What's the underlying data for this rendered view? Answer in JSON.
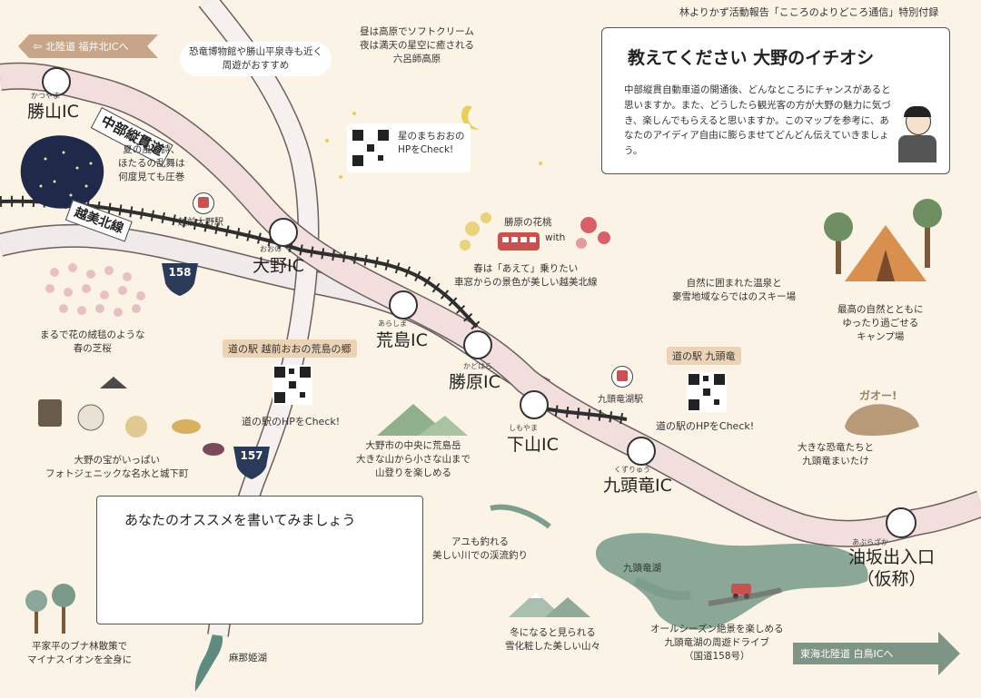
{
  "header_note": "林よりかず活動報告「こころのよりどころ通信」特別付録",
  "intro": {
    "title": "教えてください 大野のイチオシ",
    "body": "中部縦貫自動車道の開通後、どんなところにチャンスがあると思いますか。また、どうしたら観光客の方が大野の魅力に気づき、楽しんでもらえると思いますか。このマップを参考に、あなたのアイディア自由に膨らませてどんどん伝えていきましょう。"
  },
  "directions": {
    "northwest": "北陸道 福井北ICへ",
    "southeast": "東海北陸道 白鳥ICへ"
  },
  "roads": {
    "chubu": "中部縦貫道",
    "etsumi": "越美北線",
    "route158": "158",
    "route157": "157"
  },
  "interchanges": [
    {
      "id": "katsuyama",
      "name": "勝山IC",
      "ruby": "かつやま"
    },
    {
      "id": "ono",
      "name": "大野IC",
      "ruby": "おおの"
    },
    {
      "id": "arashima",
      "name": "荒島IC",
      "ruby": "あらしま"
    },
    {
      "id": "kadohara",
      "name": "勝原IC",
      "ruby": "かどはら"
    },
    {
      "id": "shimoyama",
      "name": "下山IC",
      "ruby": "しもやま"
    },
    {
      "id": "kuzuryu",
      "name": "九頭竜IC",
      "ruby": "くずりゅう"
    },
    {
      "id": "aburasaka",
      "name": "油坂出入口\n（仮称）",
      "ruby": "あぶらざか"
    }
  ],
  "stations": {
    "echizen_ono": "越前大野駅",
    "kuzuryuko": "九頭竜湖駅"
  },
  "michinoeki": {
    "arashima": "道の駅 越前おおの荒島の郷",
    "arashima_hp": "道の駅のHPをCheck!",
    "kuzuryu": "道の駅 九頭竜",
    "kuzuryu_hp": "道の駅のHPをCheck!",
    "hoshi_hp": "星のまちおおの\nHPをCheck!"
  },
  "spots": {
    "dinosaur_museum": "恐竜博物館や勝山平泉寺も近く\n周遊がおすすめ",
    "rokuroshi": "昼は高原でソフトクリーム\n夜は満天の星空に癒される\n六呂師高原",
    "fireflies": "夏の風物詩、\nほたるの乱舞は\n何度見ても圧巻",
    "kadohara_peach": "勝原の花桃",
    "with_label": "with",
    "etsumi_line": "春は「あえて」乗りたい\n車窓からの景色が美しい越美北線",
    "shibazakura": "まるで花の絨毯のような\n春の芝桜",
    "onsen_ski": "自然に囲まれた温泉と\n豪雪地域ならではのスキー場",
    "camp": "最高の自然とともに\nゆったり過ごせる\nキャンプ場",
    "castle_town": "大野の宝がいっぱい\nフォトジェニックな名水と城下町",
    "arashimadake": "大野市の中央に荒島岳\n大きな山から小さな山まで\n山登りを楽しめる",
    "dinosaurs": "大きな恐竜たちと\n九頭竜まいたけ",
    "ayu": "アユも釣れる\n美しい川での渓流釣り",
    "kuzuryu_lake": "九頭竜湖",
    "snow_mountains": "冬になると見られる\n雪化粧した美しい山々",
    "drive": "オールシーズン絶景を楽しめる\n九頭竜湖の周遊ドライブ\n（国道158号）",
    "buna": "平家平のブナ林散策で\nマイナスイオンを全身に",
    "asunahime": "麻那姫湖",
    "sign_text": "ガオー!"
  },
  "write_box": {
    "prompt": "あなたのオススメを書いてみましょう"
  },
  "colors": {
    "background": "#fbf3e6",
    "road_fill": "#f3dede",
    "road_edge": "#6b5f5f",
    "rail": "#2f2f2f",
    "lake": "#7d9e8e",
    "river": "#5f8a80",
    "direction_sign": "#c8a488",
    "direction_sign_right": "#7e9487",
    "shield": "#2a3a58",
    "tag": "#ecd3b6"
  }
}
